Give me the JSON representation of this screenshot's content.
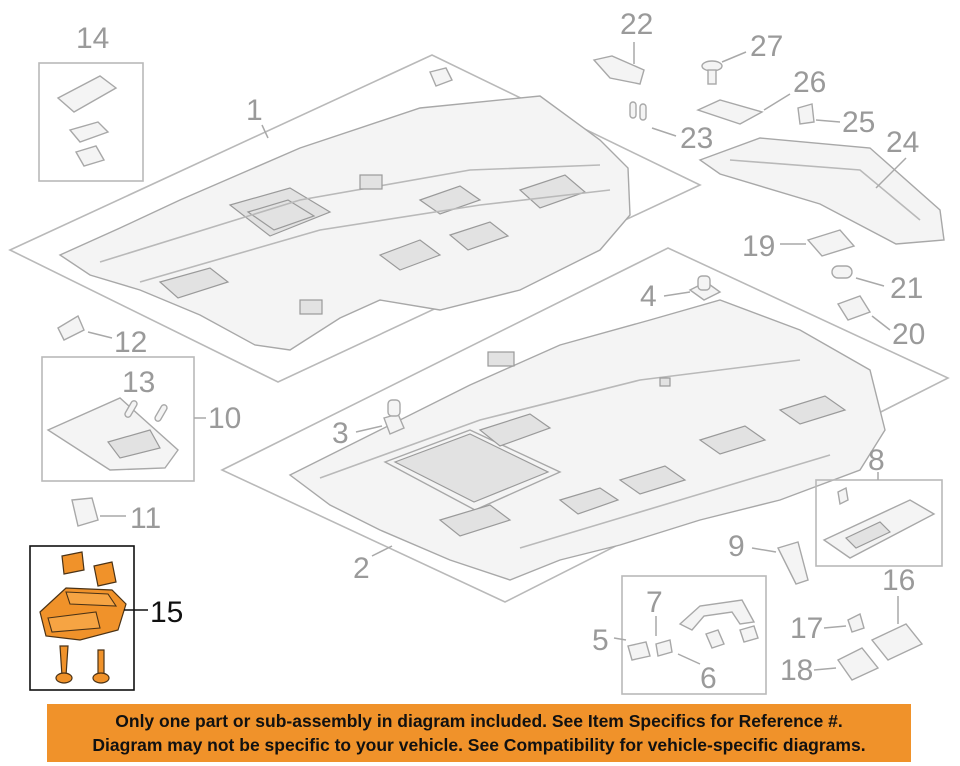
{
  "callouts": {
    "c1": "1",
    "c2": "2",
    "c3": "3",
    "c4": "4",
    "c5": "5",
    "c6": "6",
    "c7": "7",
    "c8": "8",
    "c9": "9",
    "c10": "10",
    "c11": "11",
    "c12": "12",
    "c13": "13",
    "c14": "14",
    "c15": "15",
    "c16": "16",
    "c17": "17",
    "c18": "18",
    "c19": "19",
    "c20": "20",
    "c21": "21",
    "c22": "22",
    "c23": "23",
    "c24": "24",
    "c25": "25",
    "c26": "26",
    "c27": "27"
  },
  "highlighted_part": "15",
  "colors": {
    "highlight": "#f0922a",
    "lines": "#a9a9a9",
    "callout_text": "#9a9a9a"
  },
  "notice": {
    "line1": "Only one part or sub-assembly in diagram included. See Item Specifics for Reference #.",
    "line2": "Diagram may not be specific to your vehicle. See Compatibility for vehicle-specific diagrams."
  }
}
